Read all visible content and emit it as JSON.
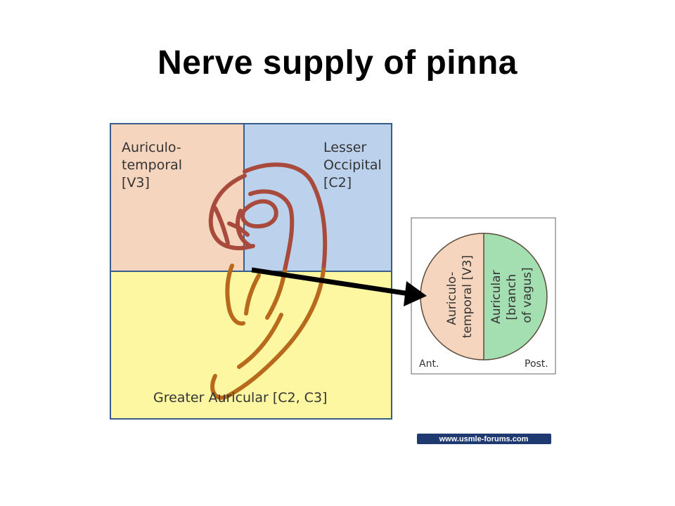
{
  "title": "Nerve supply of pinna",
  "ear_diagram": {
    "auriculotemporal": [
      "Auriculo-",
      "temporal",
      "[V3]"
    ],
    "lesser_occipital": [
      "Lesser",
      "Occipital",
      "[C2]"
    ],
    "greater_auricular": "Greater Auricular [C2, C3]"
  },
  "inset": {
    "left_half": [
      "Auriculo-",
      "temporal [V3]"
    ],
    "right_half": [
      "Auricular",
      "[branch",
      "of vagus]"
    ],
    "ant_label": "Ant.",
    "post_label": "Post."
  },
  "source_tag": "www.usmle-forums.com",
  "colors": {
    "auriculotemporal_region": "#f6d5be",
    "lesser_occipital_region": "#bcd1ec",
    "greater_auricular_region": "#fcf7a0",
    "vagus_region": "#a4dfb2",
    "border": "#385d8a",
    "ear_outline": "#a84a3c",
    "tag_background": "#1f3a70"
  }
}
